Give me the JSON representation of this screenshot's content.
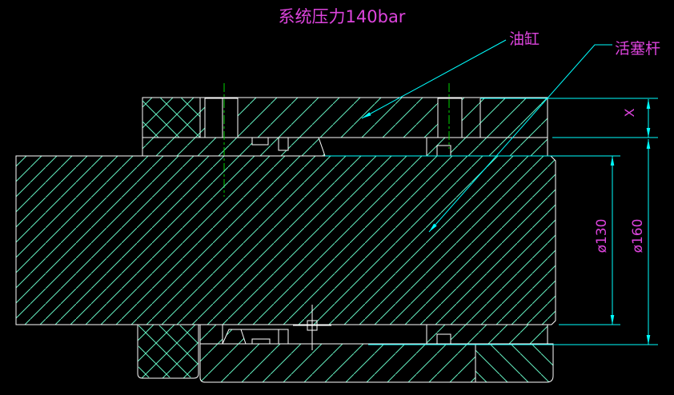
{
  "drawing": {
    "title": "系统压力140bar",
    "labels": {
      "cylinder": "油缸",
      "piston_rod": "活塞杆"
    },
    "dimensions": {
      "flange_height": "X",
      "rod_diameter": "ø130",
      "bore_diameter": "ø160"
    },
    "colors": {
      "background": "#000000",
      "outline": "#ffffff",
      "hatch": "#63efc0",
      "dimension": "#00ffff",
      "centerline": "#00d400",
      "annotation_text": "#dd44dd"
    }
  }
}
